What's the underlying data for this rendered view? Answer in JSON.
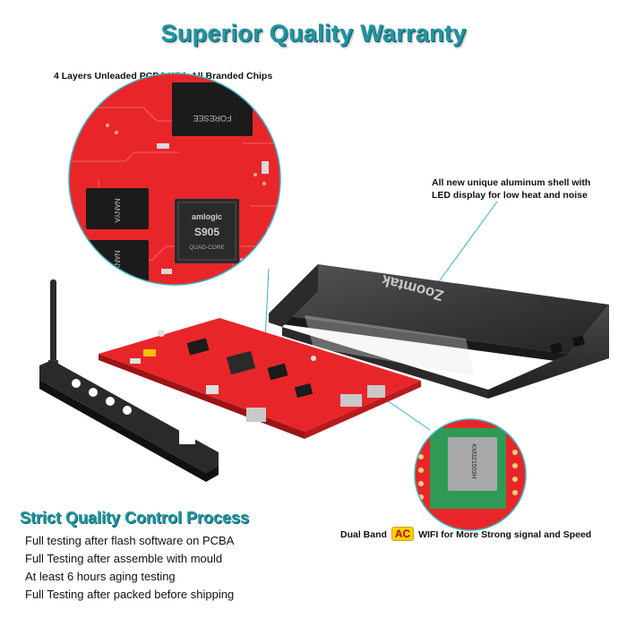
{
  "title": "Superior Quality Warranty",
  "labels": {
    "pcba": "4 Layers Unleaded PCBA With All Branded Chips",
    "shell_line1": "All new unique aluminum shell with",
    "shell_line2": "LED display for low heat and noise",
    "wifi_prefix": "Dual Band",
    "wifi_badge": "AC",
    "wifi_suffix": "WIFI for More Strong signal and Speed"
  },
  "chips": {
    "foresee": "FORESEE",
    "nanya": "NANYA",
    "amlogic": "amlogic",
    "model": "S905",
    "quad": "QUAD-CORE",
    "wifi_module": "KM321503H"
  },
  "case_brand": "Zoomtak",
  "quality_control": {
    "title": "Strict Quality Control Process",
    "steps": [
      "Full testing after flash software on PCBA",
      "Full Testing after assemble with mould",
      "At least 6 hours aging testing",
      "Full Testing after packed before shipping"
    ]
  },
  "colors": {
    "accent": "#1f97a3",
    "pcb_red": "#e8262a",
    "case_dark": "#3a3a3c",
    "wifi_green": "#2e9a55"
  }
}
